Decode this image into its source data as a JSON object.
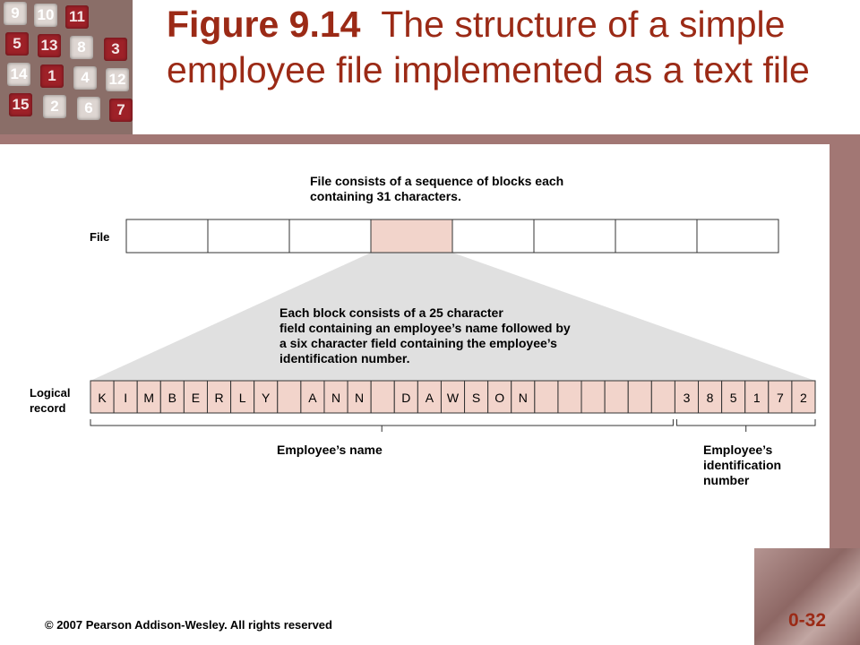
{
  "title": {
    "figure_label": "Figure 9.14",
    "text": "The structure of a simple employee file implemented as a text file"
  },
  "logo": {
    "tiles": [
      "9",
      "10",
      "11",
      "5",
      "13",
      "8",
      "3",
      "14",
      "1",
      "4",
      "12",
      "15",
      "2",
      "6",
      "7"
    ]
  },
  "diagram": {
    "file_caption_line1": "File consists of a sequence of blocks each",
    "file_caption_line2": "containing 31 characters.",
    "file_label": "File",
    "block_count": 8,
    "highlighted_block_index": 3,
    "block_caption_lines": [
      "Each block consists of a 25 character",
      "field containing an employee’s name followed by",
      "a six character field containing the employee’s",
      "identification number."
    ],
    "record_label_line1": "Logical",
    "record_label_line2": "record",
    "name_cells": [
      "K",
      "I",
      "M",
      "B",
      "E",
      "R",
      "L",
      "Y",
      "",
      "A",
      "N",
      "N",
      "",
      "D",
      "A",
      "W",
      "S",
      "O",
      "N",
      "",
      "",
      "",
      "",
      "",
      ""
    ],
    "id_cells": [
      "3",
      "8",
      "5",
      "1",
      "7",
      "2"
    ],
    "name_brace_label": "Employee’s name",
    "id_brace_label_lines": [
      "Employee’s",
      "identification",
      "number"
    ],
    "colors": {
      "highlight": "#f2d4cb",
      "fan": "#e0e0e0",
      "border": "#333333"
    }
  },
  "footer": {
    "copyright": "© 2007 Pearson Addison-Wesley. All rights reserved",
    "slide_number": "0-32"
  }
}
